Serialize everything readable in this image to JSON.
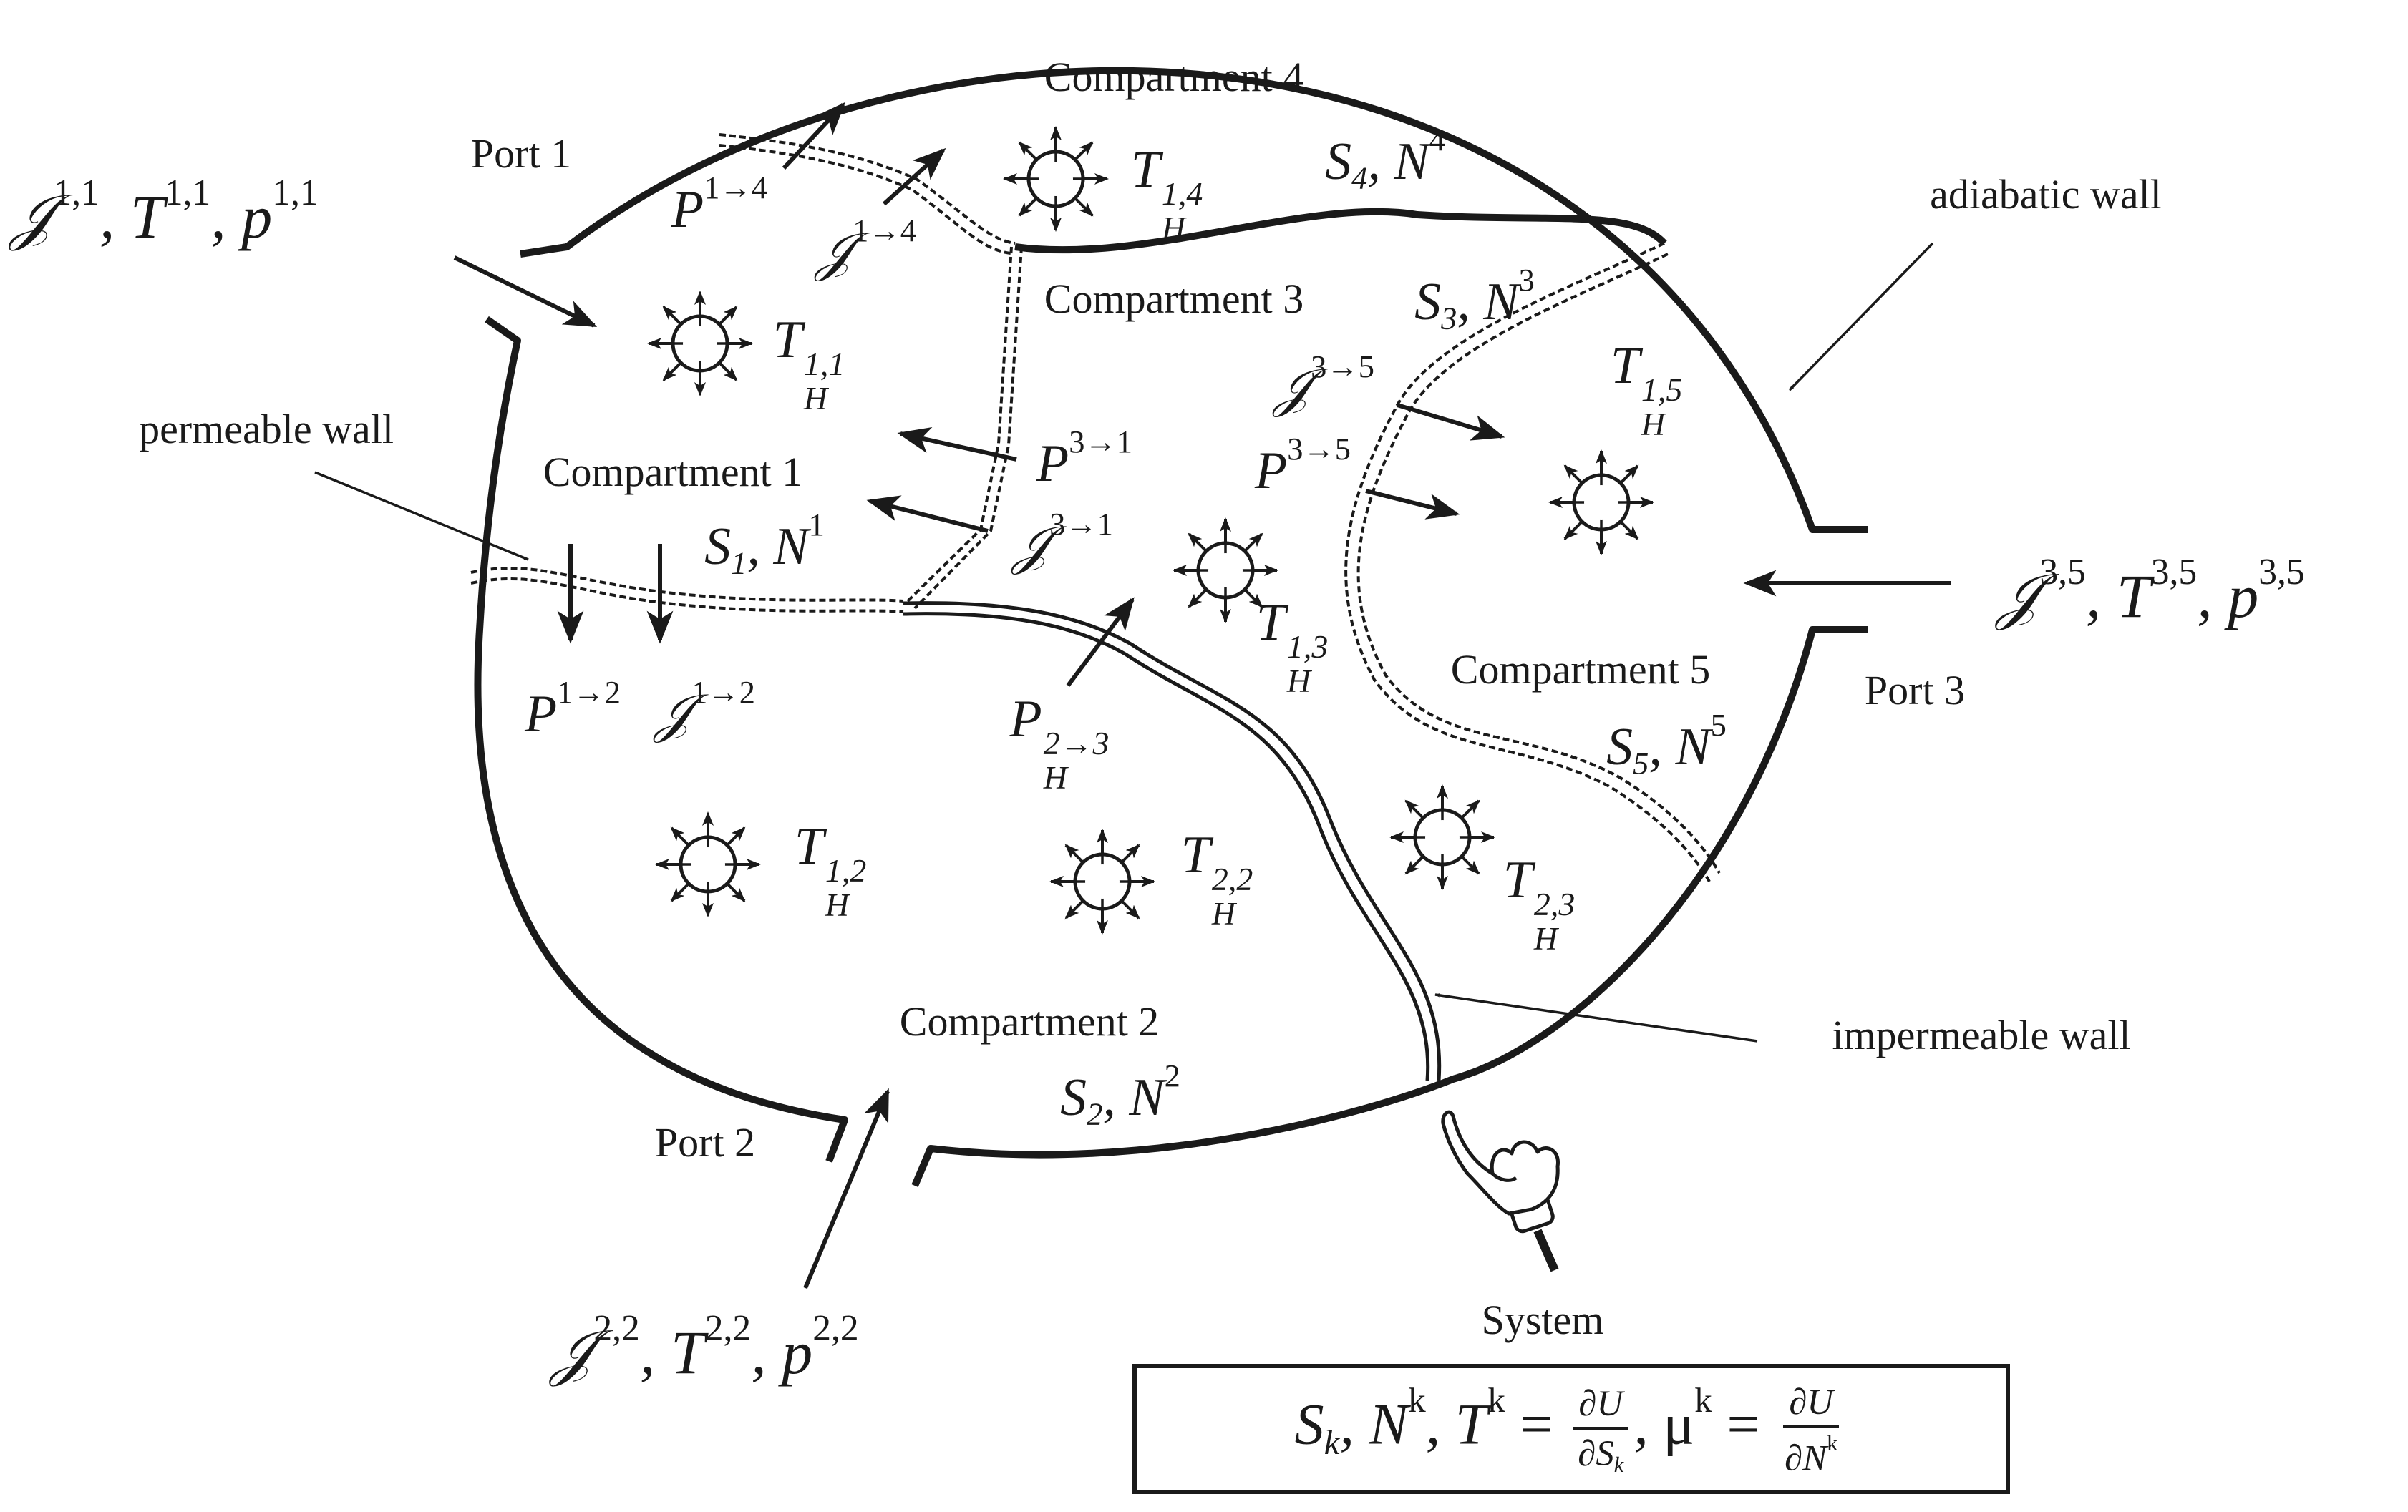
{
  "figure": {
    "compartments": {
      "c1": "Compartment  1",
      "c2": "Compartment  2",
      "c3": "Compartment  3",
      "c4": "Compartment  4",
      "c5": "Compartment  5"
    },
    "ports": {
      "p1": "Port  1",
      "p2": "Port 2",
      "p3": "Port  3"
    },
    "wall_labels": {
      "adiabatic": "adiabatic wall",
      "permeable": "permeable wall",
      "impermeable": "impermeable wall"
    },
    "system_label": "System",
    "heater_glyph": "H",
    "math": {
      "port1_script": "𝒥",
      "port1_sup": "1,1",
      "port1_T_sup": "1,1",
      "port1_p_sup": "1,1",
      "port2_script": "𝒥",
      "port2_sup": "2,2",
      "port2_T_sup": "2,2",
      "port2_p_sup": "2,2",
      "port3_script": "𝒥",
      "port3_sup": "3,5",
      "port3_T_sup": "3,5",
      "port3_p_sup": "3,5",
      "S1": "1",
      "N1": "1",
      "S2": "2",
      "N2": "2",
      "S3": "3",
      "N3": "3",
      "S4": "4",
      "N4": "4",
      "S5": "5",
      "N5": "5",
      "P14": "1→4",
      "J14": "1→4",
      "P31": "3→1",
      "J31": "3→1",
      "P35": "3→5",
      "J35": "3→5",
      "P12": "1→2",
      "J12": "1→2",
      "PH23_sup": "2→3",
      "PH23_sub": "H",
      "TH11": "1,1",
      "TH14": "1,4",
      "TH15": "1,5",
      "TH13": "1,3",
      "TH12": "1,2",
      "TH22": "2,2",
      "TH23": "2,3",
      "TH_sub": "H"
    },
    "formula": {
      "S": "S",
      "S_sub": "k",
      "N": "N",
      "N_sup": "k",
      "T": "T",
      "T_sup": "k",
      "eq": "=",
      "mu": "μ",
      "mu_sup": "k",
      "dU": "∂U",
      "dSk": "∂S",
      "dSk_sub": "k",
      "dNk": "∂N",
      "dNk_sup": "k"
    },
    "icons": [
      "heater-icon",
      "pointing-hand-icon",
      "flow-arrow-icon"
    ]
  }
}
